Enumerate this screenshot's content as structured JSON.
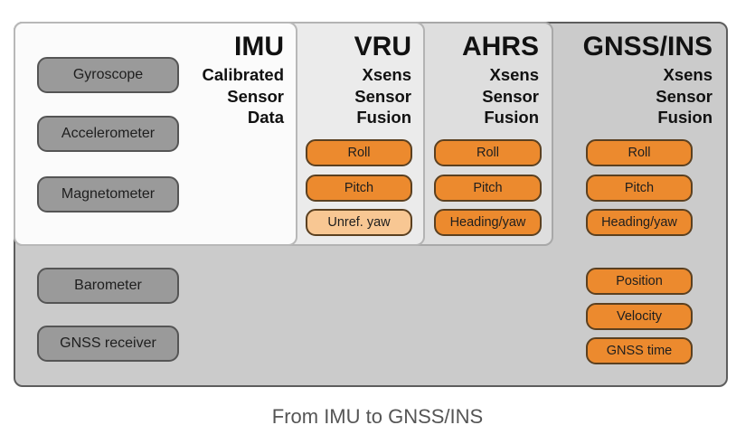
{
  "columns": {
    "imu": {
      "title": "IMU",
      "subtitle": [
        "Calibrated",
        "Sensor",
        "Data"
      ]
    },
    "vru": {
      "title": "VRU",
      "subtitle": [
        "Xsens",
        "Sensor",
        "Fusion"
      ]
    },
    "ahrs": {
      "title": "AHRS",
      "subtitle": [
        "Xsens",
        "Sensor",
        "Fusion"
      ]
    },
    "gnss": {
      "title": "GNSS/INS",
      "subtitle": [
        "Xsens",
        "Sensor",
        "Fusion"
      ]
    }
  },
  "sensors": [
    "Gyroscope",
    "Accelerometer",
    "Magnetometer",
    "Barometer",
    "GNSS receiver"
  ],
  "outputs": {
    "vru": [
      "Roll",
      "Pitch",
      "Unref. yaw"
    ],
    "ahrs": [
      "Roll",
      "Pitch",
      "Heading/yaw"
    ],
    "gnss": [
      "Roll",
      "Pitch",
      "Heading/yaw",
      "Position",
      "Velocity",
      "GNSS time"
    ]
  },
  "colors": {
    "sensor_fill": "#9a9a9a",
    "output_fill": "#ec8a2e",
    "output_light_fill": "#f8c793",
    "panel_imu": "#fbfbfb",
    "panel_vru": "#ebebeb",
    "panel_ahrs": "#dedede",
    "panel_gnss": "#cbcbcb"
  },
  "caption": "From IMU to GNSS/INS"
}
